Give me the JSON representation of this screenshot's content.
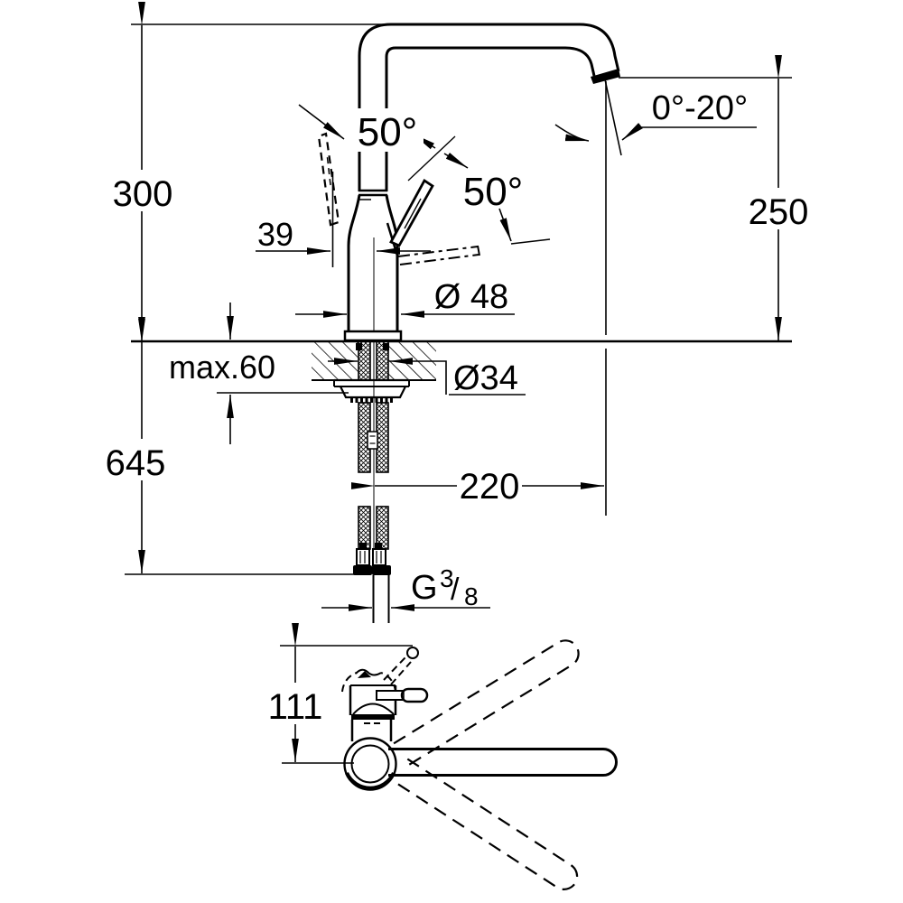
{
  "labels": {
    "overall_height": "300",
    "spout_height": "250",
    "spout_tilt_range": "0°-20°",
    "lever_swing_front": "50°",
    "lever_swing_side": "50°",
    "lever_offset": "39",
    "body_diameter": "Ø 48",
    "counter_thickness": "max.60",
    "mounting_hole": "Ø34",
    "hose_drop": "645",
    "spout_reach": "220",
    "plan_height": "111",
    "thread_g": "G",
    "thread_num": "3",
    "thread_slash": "/",
    "thread_den": "8"
  },
  "colors": {
    "line": "#000000",
    "background": "#ffffff"
  }
}
